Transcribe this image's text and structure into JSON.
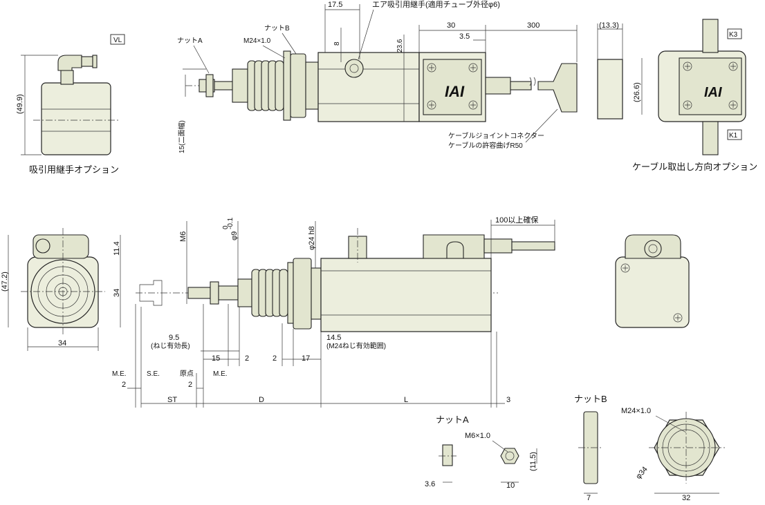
{
  "options": {
    "vl_option": "吸引用継手オプション",
    "cable_option": "ケーブル取出し方向オプション"
  },
  "tags": {
    "vl": "VL",
    "k3": "K3",
    "k1": "K1"
  },
  "labels": {
    "nut_a": "ナットA",
    "nut_b": "ナットB",
    "m24": "M24×1.0",
    "air_fitting": "エア吸引用継手(適用チューブ外径φ6)",
    "cable_connector_1": "ケーブルジョイントコネクター",
    "cable_connector_2": "ケーブルの許容曲げR50",
    "clearance": "100以上確保",
    "m6": "M6",
    "phi9_main": "φ9",
    "phi9_tol_top": "0",
    "phi9_tol_bot": "-0.1",
    "phi24h8": "φ24 h8",
    "thread_len_val": "9.5",
    "thread_len_label": "(ねじ有効長)",
    "m24_range_val": "14.5",
    "m24_range_label": "(M24ねじ有効範囲)",
    "me": "M.E.",
    "se": "S.E.",
    "origin": "原点",
    "st": "ST",
    "d": "D",
    "l": "L",
    "nut_a_title": "ナットA",
    "nut_b_title": "ナットB",
    "m6x1": "M6×1.0",
    "m24x1_b": "M24×1.0",
    "phi34": "φ34",
    "two_face": "15(二面幅)"
  },
  "dims": {
    "d49_9": "(49.9)",
    "d17_5": "17.5",
    "d8": "8",
    "d23_6": "23.6",
    "d30": "30",
    "d3_5": "3.5",
    "d300": "300",
    "d13_3": "(13.3)",
    "d26_6": "(26.6)",
    "d47_2": "(47.2)",
    "d11_4": "11.4",
    "d34_side": "34",
    "d34_bottom": "34",
    "d15": "15",
    "d2_a": "2",
    "d2_b": "2",
    "d17": "17",
    "d2_me": "2",
    "d2_se": "2",
    "d3": "3",
    "d3_6": "3.6",
    "d10": "10",
    "d11_5": "(11.5)",
    "d7": "7",
    "d32": "32"
  }
}
